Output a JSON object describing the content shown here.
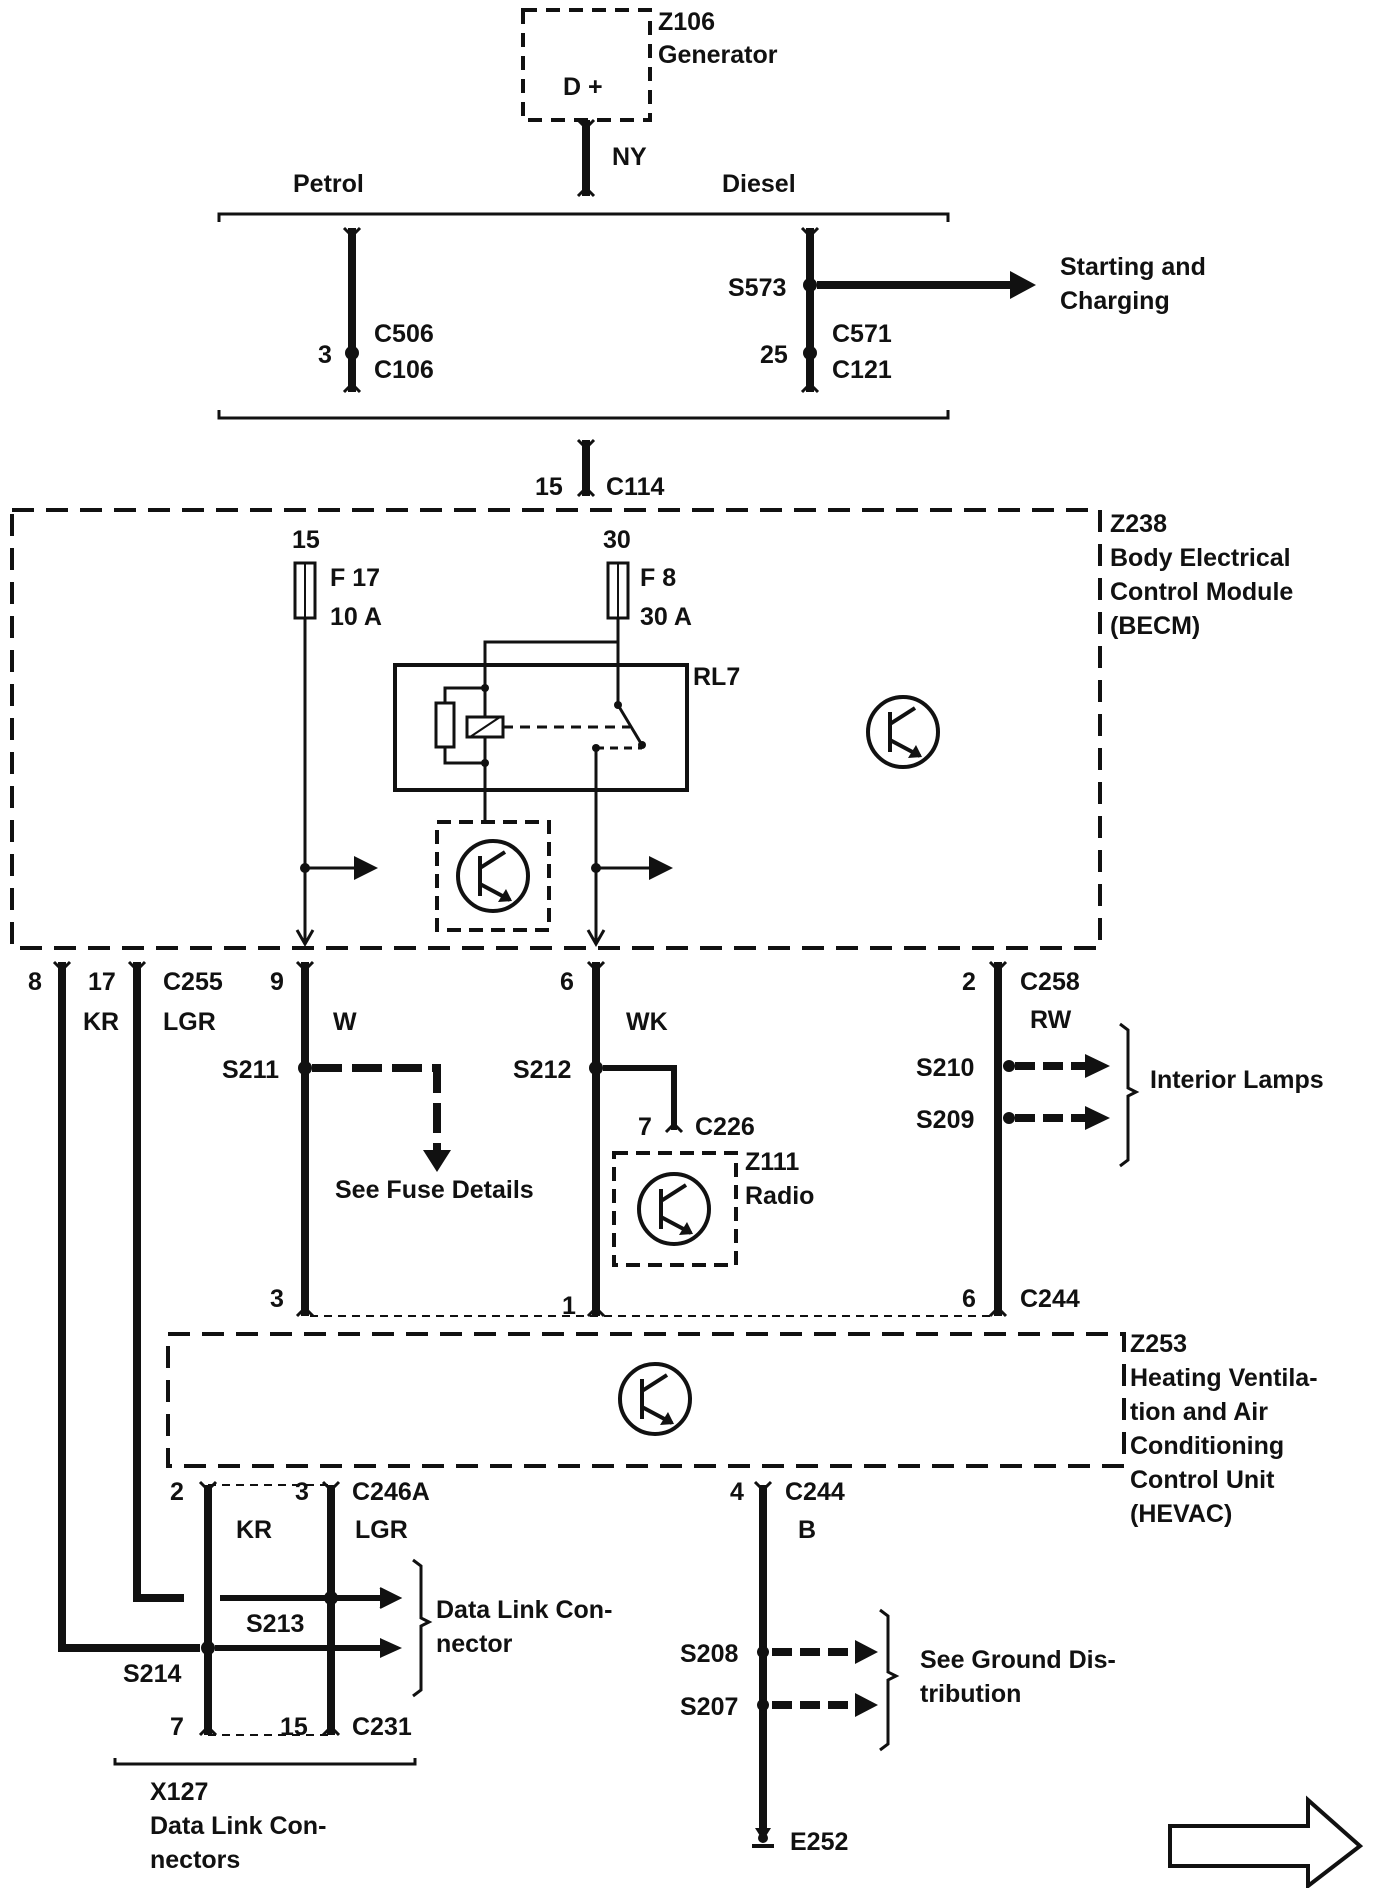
{
  "generator": {
    "id": "Z106",
    "name": "Generator",
    "terminal": "D +",
    "wire": "NY"
  },
  "variants": {
    "petrol": "Petrol",
    "diesel": "Diesel"
  },
  "top_connectors": {
    "petrol_pin": "3",
    "petrol_c1": "C506",
    "petrol_c2": "C106",
    "diesel_pin": "25",
    "diesel_c1": "C571",
    "diesel_c2": "C121",
    "splice": "S573",
    "starting_l1": "Starting and",
    "starting_l2": "Charging"
  },
  "c114": {
    "pin": "15",
    "name": "C114"
  },
  "becm": {
    "id": "Z238",
    "l1": "Body Electrical",
    "l2": "Control Module",
    "l3": "(BECM)",
    "pin15": "15",
    "pin30": "30",
    "fuse1_name": "F 17",
    "fuse1_rating": "10 A",
    "fuse2_name": "F 8",
    "fuse2_rating": "30 A",
    "relay": "RL7"
  },
  "c255": {
    "pin8": "8",
    "pin17": "17",
    "name": "C255",
    "wire_kr": "KR",
    "wire_lgr": "LGR"
  },
  "circuits": {
    "pin9": "9",
    "wire_w": "W",
    "s211": "S211",
    "fuse_details": "See Fuse Details",
    "pin6": "6",
    "wire_wk": "WK",
    "s212": "S212",
    "pin2": "2",
    "c258": "C258",
    "wire_rw": "RW",
    "s210": "S210",
    "s209": "S209",
    "interior_lamps": "Interior Lamps"
  },
  "radio": {
    "pin": "7",
    "connector": "C226",
    "id": "Z111",
    "name": "Radio"
  },
  "c244_top": {
    "pin3": "3",
    "pin1": "1",
    "pin6": "6",
    "name": "C244"
  },
  "hevac": {
    "id": "Z253",
    "l1": "Heating Ventila-",
    "l2": "tion and Air",
    "l3": "Conditioning",
    "l4": "Control Unit",
    "l5": "(HEVAC)"
  },
  "datalink": {
    "pin2": "2",
    "pin3": "3",
    "c246a": "C246A",
    "wire_kr": "KR",
    "wire_lgr": "LGR",
    "s213": "S213",
    "s214": "S214",
    "label_l1": "Data Link Con-",
    "label_l2": "nector",
    "pin7": "7",
    "pin15": "15",
    "c231": "C231",
    "x_id": "X127",
    "x_l1": "Data Link Con-",
    "x_l2": "nectors"
  },
  "ground": {
    "pin4": "4",
    "c244": "C244",
    "wire_b": "B",
    "s208": "S208",
    "s207": "S207",
    "label_l1": "See Ground Dis-",
    "label_l2": "tribution",
    "e252": "E252"
  },
  "colors": {
    "ink": "#111111",
    "background": "#ffffff"
  }
}
